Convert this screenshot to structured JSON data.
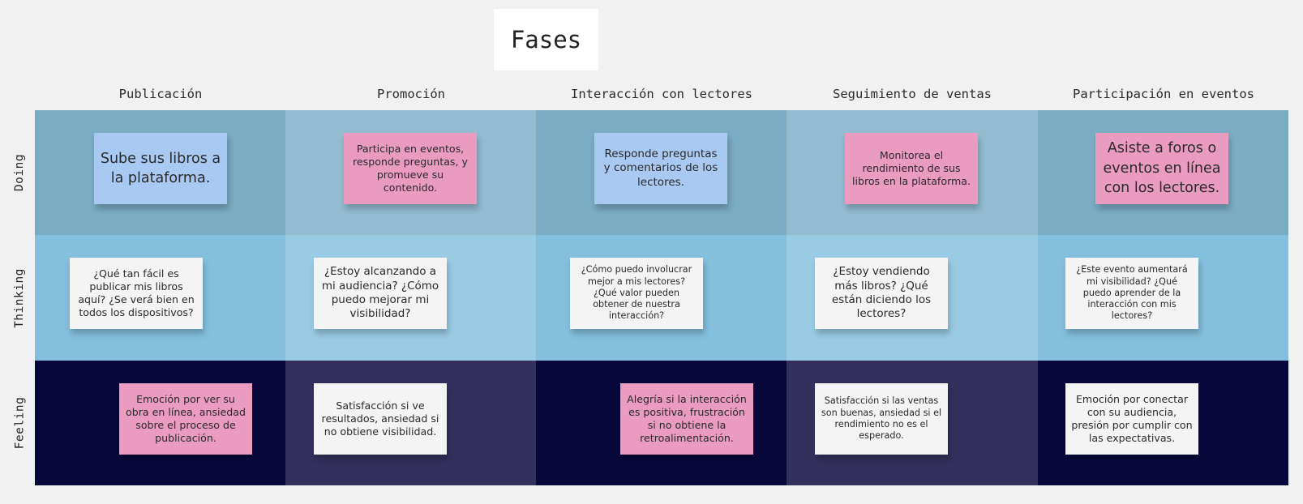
{
  "title": "Fases",
  "columns": [
    "Publicación",
    "Promoción",
    "Interacción con lectores",
    "Seguimiento de ventas",
    "Participación en eventos"
  ],
  "rows": [
    "Doing",
    "Thinking",
    "Feeling"
  ],
  "colors": {
    "doing_a": "#7aacc3",
    "doing_b": "#93bcd0",
    "thinking_a": "#84bfdd",
    "thinking_b": "#9acbe4",
    "feeling_a": "#08073b",
    "feeling_b": "#33305e",
    "note_blue": "#a8c9f2",
    "note_pink": "#e99bc0",
    "note_white": "#f4f4f4"
  },
  "notes": {
    "doing": [
      {
        "text": "Sube sus libros a la plataforma.",
        "color": "blue"
      },
      {
        "text": "Participa en eventos, responde preguntas, y promueve su contenido.",
        "color": "pink"
      },
      {
        "text": "Responde preguntas y comentarios de los lectores.",
        "color": "blue"
      },
      {
        "text": "Monitorea el rendimiento de sus libros en la plataforma.",
        "color": "pink"
      },
      {
        "text": "Asiste a foros o eventos en línea con los lectores.",
        "color": "pink"
      }
    ],
    "thinking": [
      {
        "text": "¿Qué tan fácil es publicar mis libros aquí? ¿Se verá bien en todos los dispositivos?",
        "color": "white"
      },
      {
        "text": "¿Estoy alcanzando a mi audiencia? ¿Cómo puedo mejorar mi visibilidad?",
        "color": "white"
      },
      {
        "text": "¿Cómo puedo involucrar mejor a mis lectores? ¿Qué valor pueden obtener de nuestra interacción?",
        "color": "white"
      },
      {
        "text": "¿Estoy vendiendo más libros? ¿Qué están diciendo los lectores?",
        "color": "white"
      },
      {
        "text": "¿Este evento aumentará mi visibilidad? ¿Qué puedo aprender de la interacción con mis lectores?",
        "color": "white"
      }
    ],
    "feeling": [
      {
        "text": "Emoción por ver su obra en línea, ansiedad sobre el proceso de publicación.",
        "color": "pink"
      },
      {
        "text": "Satisfacción si ve resultados, ansiedad si no obtiene visibilidad.",
        "color": "white"
      },
      {
        "text": "Alegría si la interacción es positiva, frustración si no obtiene la retroalimentación.",
        "color": "pink"
      },
      {
        "text": "Satisfacción si las ventas son buenas, ansiedad si el rendimiento no es el esperado.",
        "color": "white"
      },
      {
        "text": "Emoción por conectar con su audiencia, presión por cumplir con las expectativas.",
        "color": "white"
      }
    ]
  }
}
